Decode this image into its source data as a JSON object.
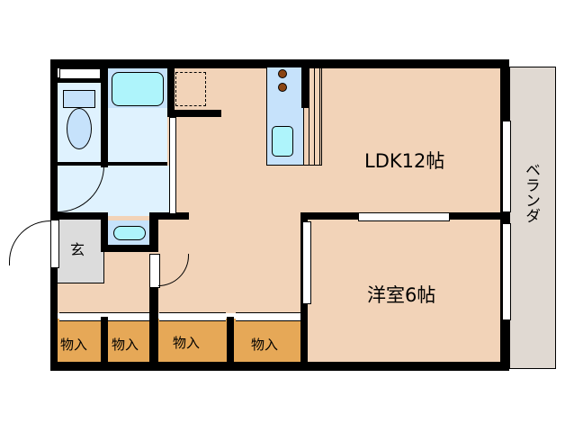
{
  "floor_plan": {
    "rooms": {
      "ldk": {
        "label": "LDK12帖",
        "color": "#f2d3b8"
      },
      "western_room": {
        "label": "洋室6帖",
        "color": "#f2d3b8"
      },
      "entrance": {
        "label": "玄",
        "color": "#dcdcdc"
      },
      "veranda": {
        "label": "ベランダ",
        "color": "#e0d9d2"
      },
      "storage": [
        {
          "label": "物入"
        },
        {
          "label": "物入"
        },
        {
          "label": "物入"
        },
        {
          "label": "物入"
        }
      ]
    },
    "fixtures": {
      "bathtub": "bathtub-icon",
      "toilet": "toilet-icon",
      "sink": "washbasin-icon",
      "kitchen_stove": "stove-icon",
      "kitchen_sink": "kitchen-sink-icon"
    },
    "colors": {
      "wall": "#000000",
      "wet_area": "#dff2fe",
      "storage": "#e6a857"
    }
  }
}
